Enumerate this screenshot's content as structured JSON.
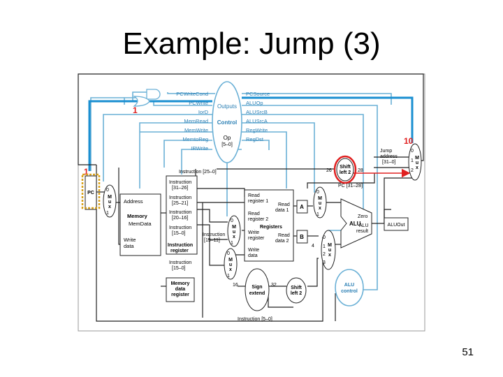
{
  "slide": {
    "title": "Example: Jump (3)",
    "number": "51"
  },
  "control": {
    "outputs_label": "Outputs",
    "control_label": "Control",
    "op_label": "Op",
    "op_bits": "[5–0]",
    "left_signals": [
      "PCWriteCond",
      "PCWrite",
      "IorD",
      "MemRead",
      "MemWrite",
      "MemtoReg",
      "IRWrite"
    ],
    "right_signals": [
      "PCSource",
      "ALUOp",
      "ALUSrcB",
      "ALUSrcA",
      "RegWrite",
      "RegDst"
    ]
  },
  "annotations": {
    "pcwrite_value": "1",
    "pcsource_value": "10",
    "pc_value": "1"
  },
  "blocks": {
    "pc": "PC",
    "memory": [
      "Address",
      "Memory",
      "MemData",
      "Write",
      "data"
    ],
    "ir": [
      "Instruction",
      "[31–26]",
      "Instruction",
      "[25–21]",
      "Instruction",
      "[20–16]",
      "Instruction",
      "[15–0]",
      "Instruction",
      "register"
    ],
    "ir_inst_15_0": [
      "Instruction",
      "[15–0]"
    ],
    "mdr": [
      "Memory",
      "data",
      "register"
    ],
    "registers": [
      "Read",
      "register 1",
      "Read",
      "data 1",
      "Read",
      "register 2",
      "Registers",
      "Write",
      "register",
      "Read",
      "data 2",
      "Write",
      "data"
    ],
    "instr_15_11": [
      "Instruction",
      "[15–11]"
    ],
    "instr_25_0": "Instruction [25–0]",
    "instr_5_0": "Instruction [5–0]",
    "pc_31_28": "PC [31–28]",
    "jump_address": [
      "Jump",
      "address",
      "[31–0]"
    ],
    "shift_left_top": [
      "Shift",
      "left 2"
    ],
    "shift_left_bottom": [
      "Shift",
      "left 2"
    ],
    "sign_extend": [
      "Sign",
      "extend"
    ],
    "alu": "ALU",
    "alu_zero": "Zero",
    "alu_result": [
      "ALU",
      "result"
    ],
    "alu_out": "ALUOut",
    "alu_control": [
      "ALU",
      "control"
    ],
    "reg_a": "A",
    "reg_b": "B",
    "bit_26": "26",
    "bit_28": "28",
    "bit_16": "16",
    "bit_32": "32",
    "const_4": "4"
  },
  "muxes": {
    "mux_label": [
      "M",
      "u",
      "x"
    ],
    "two_input": [
      "0",
      "1"
    ],
    "alusrcb_inputs": [
      "0",
      "1",
      "2",
      "3"
    ],
    "pcsource_inputs": [
      "0",
      "1",
      "2"
    ]
  },
  "colors": {
    "control_line": "#6ab0d6",
    "active_line": "#1a8fd1",
    "highlight_red": "#e02020",
    "pc_highlight": "#d9a21b",
    "dark_line": "#222222"
  }
}
